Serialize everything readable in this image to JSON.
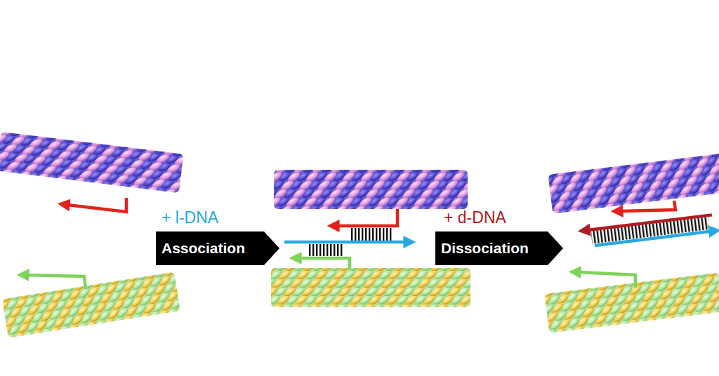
{
  "diagram": {
    "nodes": [
      {
        "text": [
          "+ l-DNA",
          "Association"
        ]
      },
      {
        "text": [
          "+ d-DNA",
          "Dissociation"
        ]
      }
    ]
  }
}
